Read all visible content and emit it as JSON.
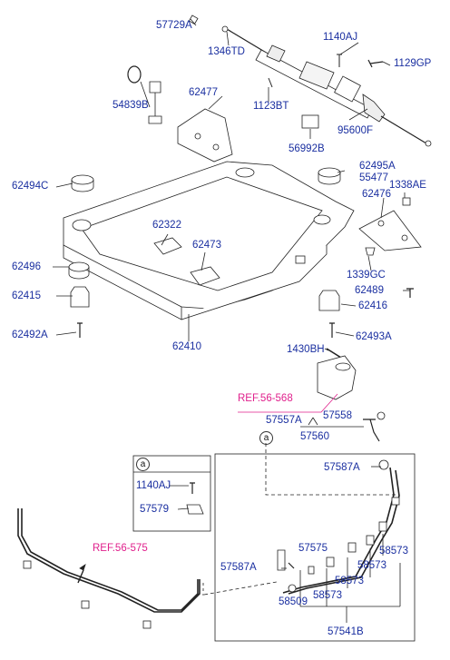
{
  "parts": {
    "p57729A": "57729A",
    "p1346TD": "1346TD",
    "p1140AJ_top": "1140AJ",
    "p1129GP": "1129GP",
    "p54839B": "54839B",
    "p62477": "62477",
    "p1123BT": "1123BT",
    "p95600F": "95600F",
    "p56992B": "56992B",
    "p62494C": "62494C",
    "p62495A": "62495A",
    "p55477": "55477",
    "p1338AE": "1338AE",
    "p62476": "62476",
    "p62322": "62322",
    "p62473": "62473",
    "p62496": "62496",
    "p1339GC": "1339GC",
    "p62489": "62489",
    "p62415": "62415",
    "p62416": "62416",
    "p62492A": "62492A",
    "p62493A": "62493A",
    "p62410": "62410",
    "p1430BH": "1430BH",
    "p57558": "57558",
    "p57557A": "57557A",
    "p57560": "57560",
    "p57587A_top": "57587A",
    "p1140AJ_box": "1140AJ",
    "p57579": "57579",
    "p57575": "57575",
    "p58573_a": "58573",
    "p58573_b": "58573",
    "p58573_c": "58573",
    "p58573_d": "58573",
    "p57587A_bot": "57587A",
    "p58509": "58509",
    "p57541B": "57541B"
  },
  "refs": {
    "ref_56_568": "REF.56-568",
    "ref_56_575": "REF.56-575"
  },
  "markers": {
    "a_inset": "a",
    "a_main": "a"
  },
  "colors": {
    "label": "#1a2fa0",
    "ref": "#e0208c",
    "line": "#222222"
  }
}
